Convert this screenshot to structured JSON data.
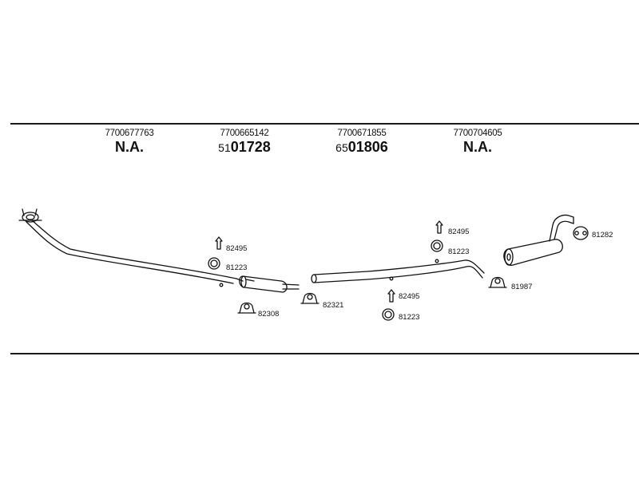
{
  "header_parts": [
    {
      "oe_number": "7700677763",
      "ref_prefix": "",
      "ref_main": "N.A."
    },
    {
      "oe_number": "7700665142",
      "ref_prefix": "51",
      "ref_main": "01728"
    },
    {
      "oe_number": "7700671855",
      "ref_prefix": "65",
      "ref_main": "01806"
    },
    {
      "oe_number": "7700704605",
      "ref_prefix": "",
      "ref_main": "N.A."
    }
  ],
  "part_labels": {
    "front_hanger": "82495",
    "front_ring": "81223",
    "front_clamp": "82308",
    "mid_clamp": "82321",
    "center_upper_hanger": "82495",
    "center_upper_ring": "81223",
    "center_lower_hanger": "82495",
    "center_lower_ring": "81223",
    "rear_clamp": "81987",
    "rear_mount": "81282"
  }
}
